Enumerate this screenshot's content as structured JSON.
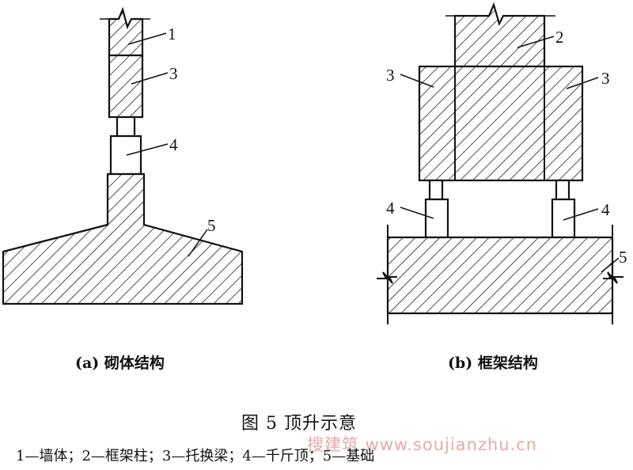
{
  "labels": {
    "wall_a": "1",
    "beam_a": "3",
    "jack_a": "4",
    "foundation_a": "5",
    "column_b": "2",
    "beam_b_left": "3",
    "beam_b_right": "3",
    "jack_b_left": "4",
    "jack_b_right": "4",
    "foundation_b": "5"
  },
  "caption_a": "(a) 砌体结构",
  "caption_b": "(b) 框架结构",
  "figure_title": "图 5    顶升示意",
  "legend": "1—墙体；2—框架柱；3—托换梁；4—千斤顶；5—基础",
  "watermark": "搜建筑 www.soujianzhu.cn"
}
